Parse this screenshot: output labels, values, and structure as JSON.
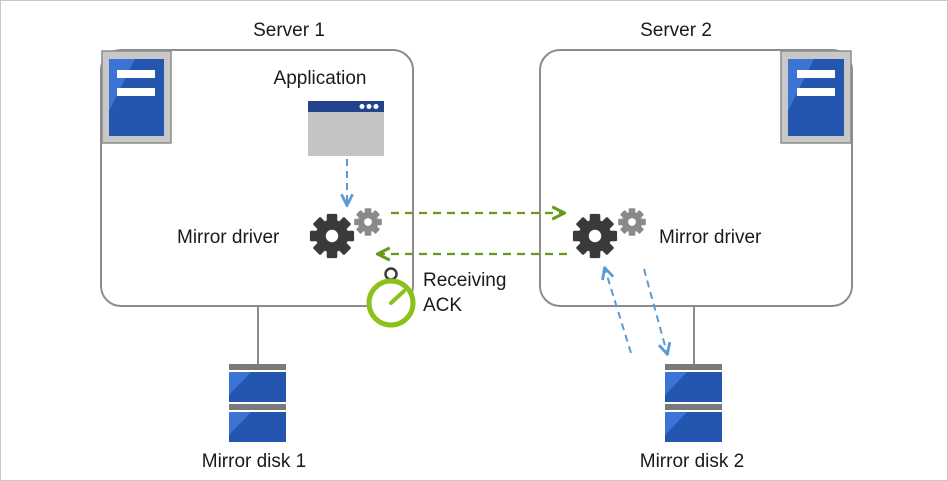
{
  "servers": [
    {
      "title": "Server 1",
      "driver_label": "Mirror driver",
      "app_label": "Application"
    },
    {
      "title": "Server 2",
      "driver_label": "Mirror driver"
    }
  ],
  "disks": [
    {
      "label": "Mirror disk 1"
    },
    {
      "label": "Mirror disk 2"
    }
  ],
  "ack": {
    "line1": "Receiving",
    "line2": "ACK"
  },
  "colors": {
    "box_border": "#8c8c8c",
    "server_icon_blue": "#2456b0",
    "gear_dark": "#3a3a3a",
    "gear_light": "#8a8a8a",
    "arrow_green": "#6a9a1c",
    "arrow_blue": "#5b9bd5",
    "stopwatch_green": "#8ac21a"
  },
  "icons": [
    "server-icon",
    "application-window-icon",
    "gear-icon",
    "stopwatch-icon",
    "disk-icon"
  ]
}
